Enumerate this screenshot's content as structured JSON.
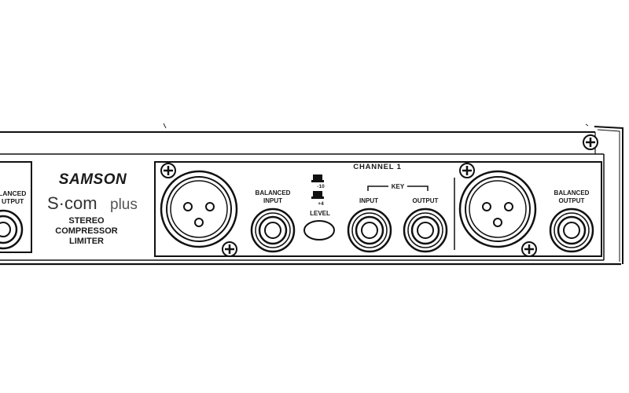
{
  "brand": {
    "logo_text": "SAMSON",
    "model_prefix": "S·com",
    "model_suffix": "plus",
    "desc_line1": "STEREO",
    "desc_line2": "COMPRESSOR",
    "desc_line3": "LIMITER"
  },
  "left_channel_fragment": {
    "label_line1": "LANCED",
    "label_line2": "UTPUT"
  },
  "channel1": {
    "title": "CHANNEL 1",
    "balanced_input_line1": "BALANCED",
    "balanced_input_line2": "INPUT",
    "level_switch": {
      "top_value": "-10",
      "bottom_value": "+4",
      "label": "LEVEL"
    },
    "key": {
      "label": "KEY",
      "input_label": "INPUT",
      "output_label": "OUTPUT"
    },
    "balanced_output_line1": "BALANCED",
    "balanced_output_line2": "OUTPUT"
  }
}
